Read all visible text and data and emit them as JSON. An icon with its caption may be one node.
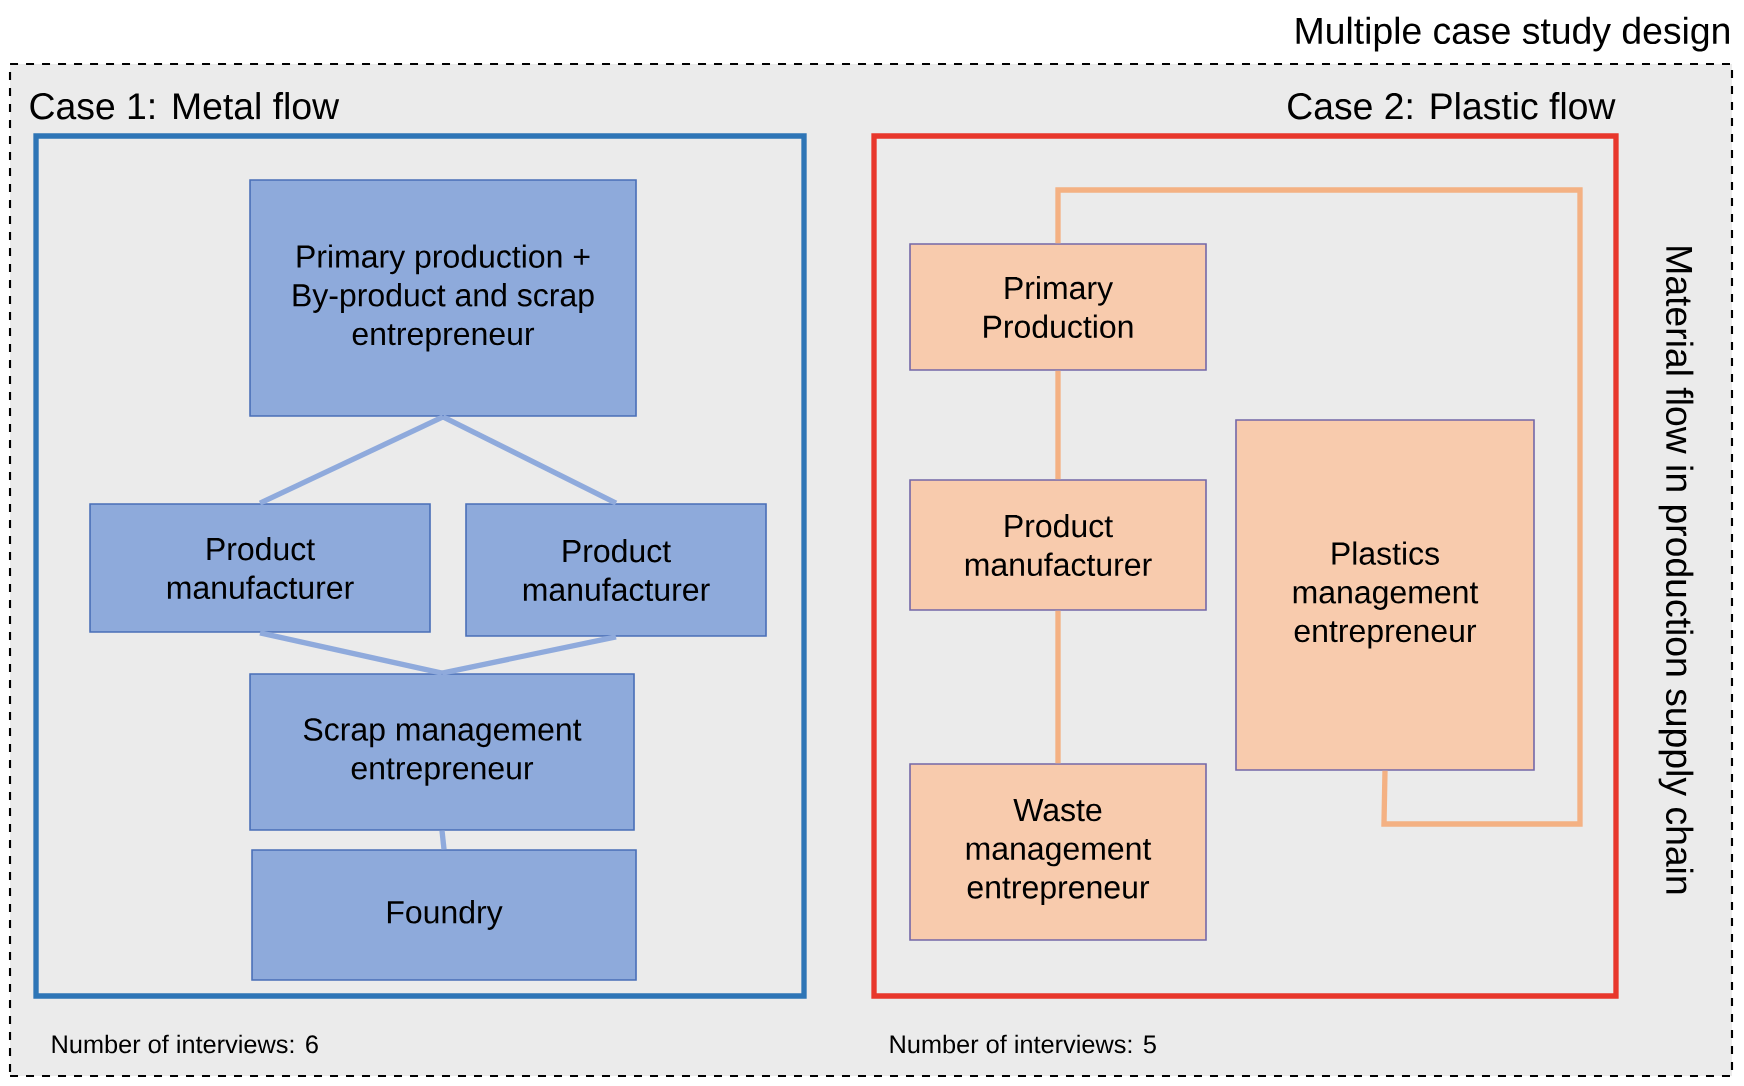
{
  "diagram": {
    "nodes": [
      {
        "text": [
          "Multiple case study design",
          "Material flow in production supply chain"
        ]
      },
      {
        "text": [
          "Case 1: Metal flow"
        ],
        "beside": [
          "Number of interviews: 6"
        ],
        "in": 0
      },
      {
        "text": [
          "Primary production + By-product and scrap entrepreneur"
        ],
        "in": 1
      },
      {
        "text": [
          "Product manufacturer"
        ],
        "in": 1
      },
      {
        "text": [
          "Product manufacturer"
        ],
        "in": 1
      },
      {
        "text": [
          "Scrap management entrepreneur"
        ],
        "in": 1
      },
      {
        "text": [
          "Foundry"
        ],
        "in": 1
      },
      {
        "text": [
          "Case 2: Plastic flow"
        ],
        "beside": [
          "Number of interviews: 5"
        ],
        "in": 0
      },
      {
        "text": [
          "Primary Production"
        ],
        "in": 7
      },
      {
        "text": [
          "Product manufacturer"
        ],
        "in": 7
      },
      {
        "text": [
          "Waste management entrepreneur"
        ],
        "in": 7
      },
      {
        "text": [
          "Plastics management entrepreneur"
        ],
        "in": 7
      }
    ],
    "edges": [
      {
        "from": 2,
        "to": 3,
        "arrow": "none"
      },
      {
        "from": 2,
        "to": 4,
        "arrow": "none"
      },
      {
        "from": 3,
        "to": 5,
        "arrow": "none"
      },
      {
        "from": 4,
        "to": 5,
        "arrow": "none"
      },
      {
        "from": 5,
        "to": 6,
        "arrow": "none"
      },
      {
        "from": 8,
        "to": 9,
        "arrow": "none",
        "color": "#f4b183"
      },
      {
        "from": 9,
        "to": 10,
        "arrow": "none",
        "color": "#f4b183"
      },
      {
        "from": 11,
        "to": 8,
        "arrow": "none",
        "color": "#f4b183"
      }
    ]
  }
}
